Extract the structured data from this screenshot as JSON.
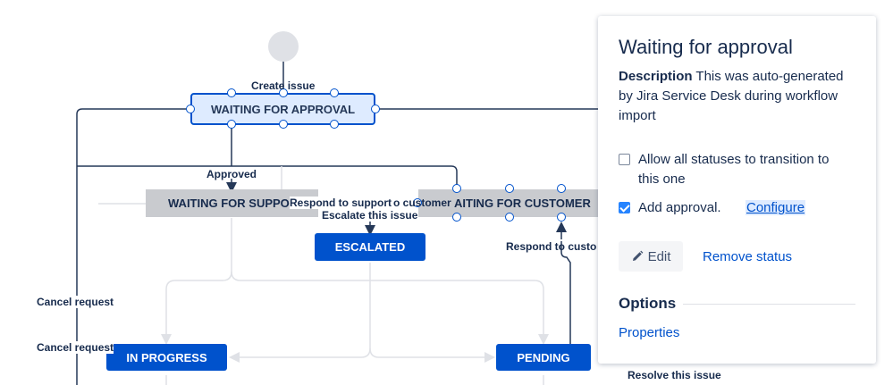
{
  "workflow": {
    "start_node": "start",
    "statuses": {
      "waiting_for_approval": "WAITING FOR APPROVAL",
      "waiting_for_support": "WAITING FOR SUPPOR",
      "waiting_for_customer": "AITING FOR CUSTOMER",
      "escalated": "ESCALATED",
      "in_progress": "IN PROGRESS",
      "pending": "PENDING"
    },
    "transitions": {
      "create_issue": "Create issue",
      "approved": "Approved",
      "respond_to_support": "Respond to support",
      "customer_fragment": "o customer",
      "escalate_this_issue": "Escalate this issue",
      "respond_to_customer": "Respond to custo",
      "cancel_request_1": "Cancel request",
      "cancel_request_2": "Cancel request",
      "resolve_this_issue": "Resolve this issue"
    }
  },
  "panel": {
    "title": "Waiting for approval",
    "description_label": "Description",
    "description_text": " This was auto-generated by Jira Service Desk during workflow import",
    "allow_all_label": "Allow all statuses to transition to this one",
    "allow_all_checked": false,
    "add_approval_label": "Add approval.",
    "add_approval_checked": true,
    "configure_link": "Configure",
    "edit_button": "Edit",
    "remove_status_link": "Remove status",
    "options_heading": "Options",
    "properties_link": "Properties"
  },
  "icons": {
    "edit": "pencil-icon"
  },
  "colors": {
    "accent": "#0052cc",
    "selected_fill": "#deebff",
    "status_grey": "#c9cbcf",
    "connector_dark": "#253858",
    "connector_light": "#dfe1e6"
  }
}
